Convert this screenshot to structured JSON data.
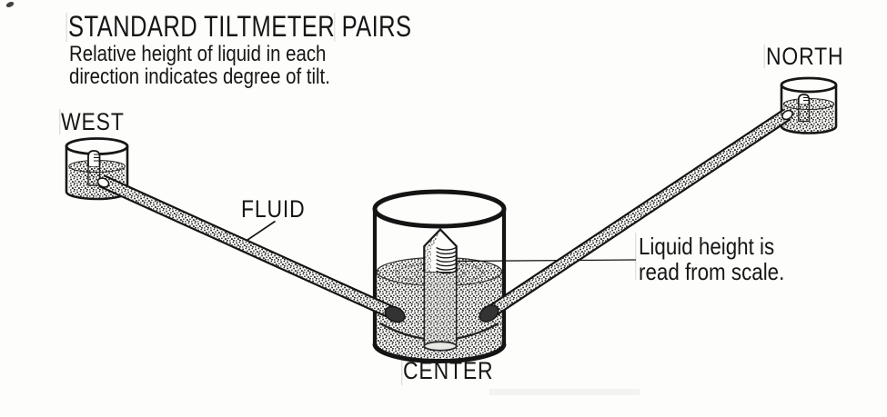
{
  "title": "STANDARD TILTMETER PAIRS",
  "subtitle": {
    "line1": "Relative height of liquid in each",
    "line2": "direction indicates degree of tilt."
  },
  "labels": {
    "west": "WEST",
    "north": "NORTH",
    "fluid": "FLUID",
    "center": "CENTER"
  },
  "annotation": {
    "line1": "Liquid height is",
    "line2": "read from scale."
  },
  "colors": {
    "ink": "#161616",
    "paper": "#fdfdfb",
    "stipple": "#2b2b2b"
  }
}
